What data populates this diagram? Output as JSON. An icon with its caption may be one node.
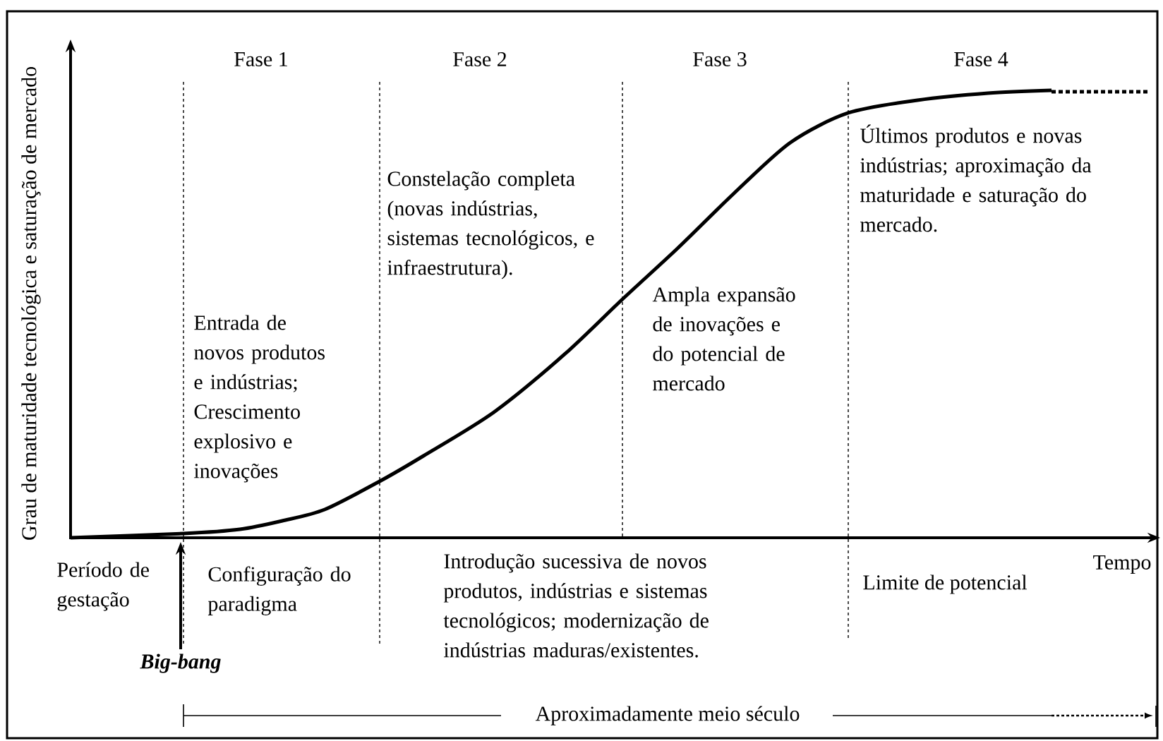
{
  "diagram": {
    "labels": [
      "Grau de maturidade tecnológica e saturação de mercado",
      "Fase 1",
      "Fase 2",
      "Fase 3",
      "Fase 4",
      "Últimos produtos e novas indústrias; aproximação da maturidade e saturação do mercado.",
      "Constelação completa (novas indústrias, sistemas tecnológicos, e infraestrutura).",
      "Ampla expansão de inovações e do potencial de mercado",
      "Entrada de novos produtos e indústrias; Crescimento explosivo e inovações",
      "Tempo",
      "Período de gestação",
      "Configuração do paradigma",
      "Introdução sucessiva de novos produtos, indústrias e sistemas tecnológicos; modernização de indústrias maduras/existentes.",
      "Limite de potencial",
      "Big-bang",
      "Aproximadamente meio século"
    ]
  }
}
